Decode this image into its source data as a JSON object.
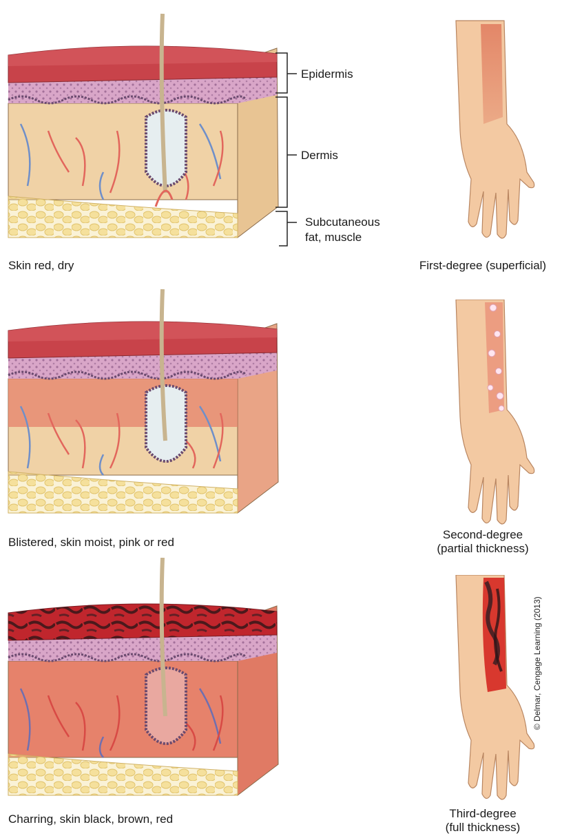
{
  "layer_labels": {
    "epidermis": "Epidermis",
    "dermis": "Dermis",
    "subcutaneous_line1": "Subcutaneous",
    "subcutaneous_line2": "fat, muscle"
  },
  "panels": [
    {
      "skin_caption": "Skin red, dry",
      "arm_caption_lines": [
        "First-degree (superficial)"
      ]
    },
    {
      "skin_caption": "Blistered, skin moist, pink or red",
      "arm_caption_lines": [
        "Second-degree",
        "(partial thickness)"
      ]
    },
    {
      "skin_caption": "Charring, skin black, brown, red",
      "arm_caption_lines": [
        "Third-degree",
        "(full thickness)"
      ]
    }
  ],
  "credit": "© Delmar, Cengage Learning (2013)",
  "colors": {
    "epidermis_top": "#c8434a",
    "epidermis_cell_layer": "#d9a6c8",
    "dermis_normal": "#f0d2a6",
    "dermis_burned": "#e6826b",
    "fat": "#f2d98a",
    "hair": "#c8b48f",
    "skin_tone": "#f3c9a2",
    "char": "#3a1e22"
  }
}
